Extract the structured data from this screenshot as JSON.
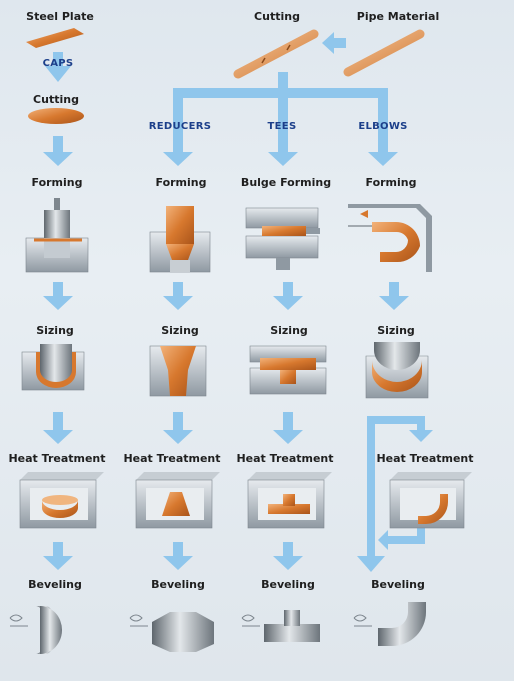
{
  "top": {
    "steel_plate": "Steel Plate",
    "cutting_top": "Cutting",
    "pipe_material": "Pipe Material",
    "caps": "CAPS",
    "cutting_caps": "Cutting",
    "reducers": "REDUCERS",
    "tees": "TEES",
    "elbows": "ELBOWS"
  },
  "columns": [
    {
      "key": "caps",
      "forming": "Forming",
      "sizing": "Sizing",
      "heat": "Heat Treatment",
      "beveling": "Beveling"
    },
    {
      "key": "reducers",
      "forming": "Forming",
      "sizing": "Sizing",
      "heat": "Heat Treatment",
      "beveling": "Beveling"
    },
    {
      "key": "tees",
      "forming": "Bulge Forming",
      "sizing": "Sizing",
      "heat": "Heat Treatment",
      "beveling": "Beveling"
    },
    {
      "key": "elbows",
      "forming": "Forming",
      "sizing": "Sizing",
      "heat": "Heat Treatment",
      "beveling": "Beveling"
    }
  ],
  "colors": {
    "arrow": "#8fc6ec",
    "copper": "#d77a2f",
    "steel": "#a9b2ba",
    "label_blue": "#1c3f8a"
  }
}
